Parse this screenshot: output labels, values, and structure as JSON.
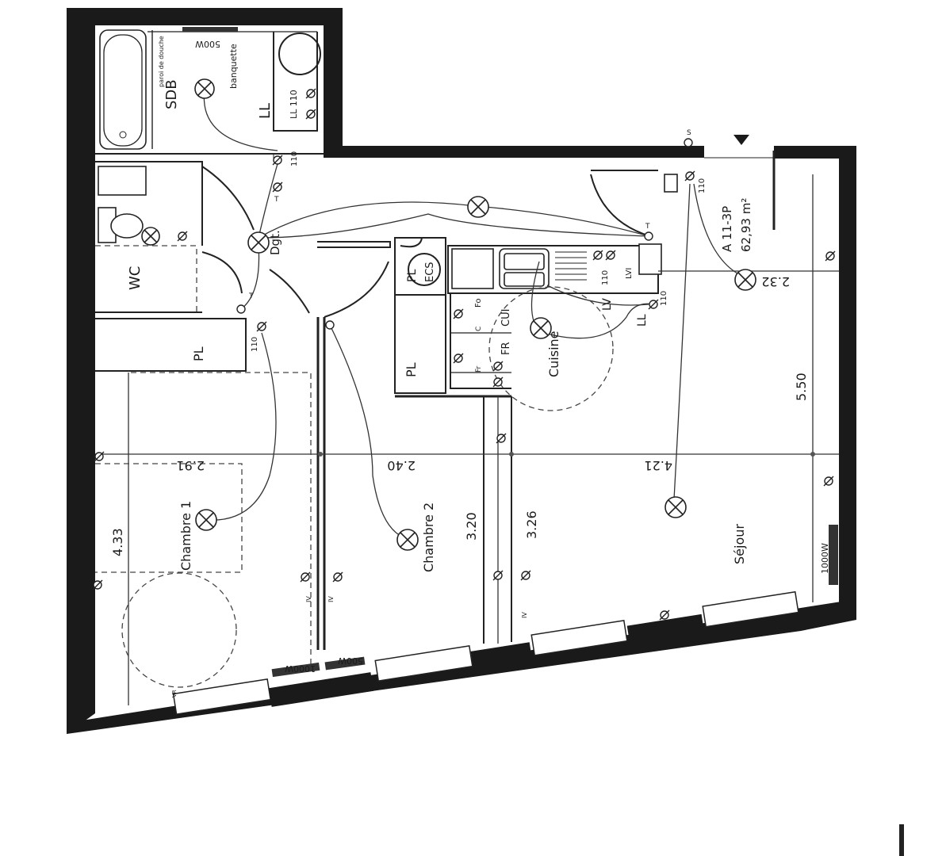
{
  "plan": {
    "unit_ref": "A 11-3P",
    "area": "62,93 m²",
    "rooms": {
      "sdb": "SDB",
      "wc": "WC",
      "ll": "LL",
      "dgt": "Dgt.",
      "pl_hall": "PL",
      "pl_ecs": "PL",
      "ecs": "ECS",
      "pl_kitchen": "PL",
      "cuisine": "Cuisine",
      "chambre1": "Chambre 1",
      "chambre2": "Chambre 2",
      "sejour": "Séjour"
    },
    "dimensions": {
      "d_291": "2.91",
      "d_240": "2.40",
      "d_421": "4.21",
      "d_433": "4.33",
      "d_320": "3.20",
      "d_326": "3.26",
      "d_550": "5.50",
      "d_232": "2.32"
    },
    "annotations": {
      "paroi_douche": "paroi de douche",
      "banquette": "banquette",
      "w500_sdb": "500W",
      "w500_ch2": "500W",
      "w1000_ch1": "1000W",
      "w1000_sejour": "1000W",
      "ll110": "LL 110",
      "v110_a": "110",
      "v110_b": "110",
      "v110_c": "110",
      "v110_d": "110",
      "v110_e": "110",
      "lv": "LV",
      "ll_k": "LL",
      "lvi": "LVI",
      "fr": "FR",
      "cui": "CUI",
      "fo": "Fo",
      "fr_small": "Fr",
      "c": "C",
      "t1": "T",
      "t2": "T",
      "t3": "T",
      "s": "S",
      "iv1": "IV",
      "iv2": "IV",
      "iv3": "IV",
      "vr": "VR"
    }
  }
}
